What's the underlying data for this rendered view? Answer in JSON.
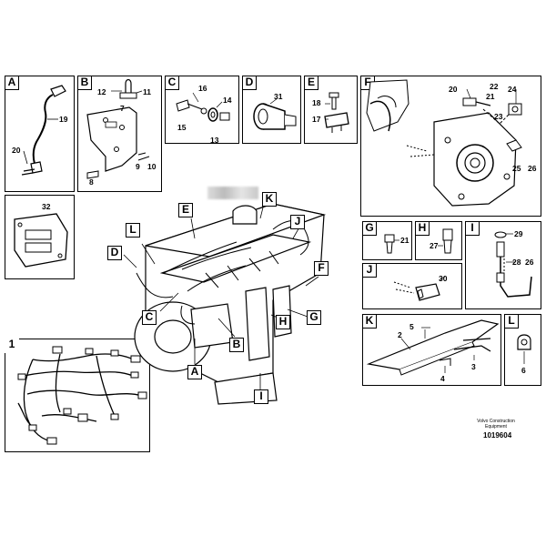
{
  "panels": {
    "A": {
      "letter": "A",
      "parts": [
        "19",
        "20"
      ]
    },
    "B": {
      "letter": "B",
      "parts": [
        "12",
        "11",
        "7",
        "8",
        "9",
        "10"
      ]
    },
    "C": {
      "letter": "C",
      "parts": [
        "16",
        "14",
        "15",
        "13"
      ]
    },
    "D": {
      "letter": "D",
      "parts": [
        "31"
      ]
    },
    "E": {
      "letter": "E",
      "parts": [
        "18",
        "17"
      ]
    },
    "F": {
      "letter": "F",
      "parts": [
        "20",
        "22",
        "24",
        "21",
        "23",
        "25",
        "26"
      ]
    },
    "G": {
      "letter": "G",
      "parts": [
        "21"
      ]
    },
    "H": {
      "letter": "H",
      "parts": [
        "27"
      ]
    },
    "I": {
      "letter": "I",
      "parts": [
        "29",
        "28"
      ]
    },
    "J": {
      "letter": "J",
      "parts": [
        "30"
      ]
    },
    "K": {
      "letter": "K",
      "parts": [
        "5",
        "2",
        "4",
        "3"
      ]
    },
    "L": {
      "letter": "L",
      "parts": [
        "6"
      ]
    },
    "ecu": {
      "parts": [
        "32"
      ]
    },
    "harness": {
      "letter": "1"
    }
  },
  "callouts": [
    "E",
    "K",
    "J",
    "L",
    "D",
    "F",
    "C",
    "H",
    "G",
    "B",
    "A",
    "I"
  ],
  "credit": {
    "line1": "Volvo Construction",
    "line2": "Equipment"
  },
  "doc_number": "1019604"
}
